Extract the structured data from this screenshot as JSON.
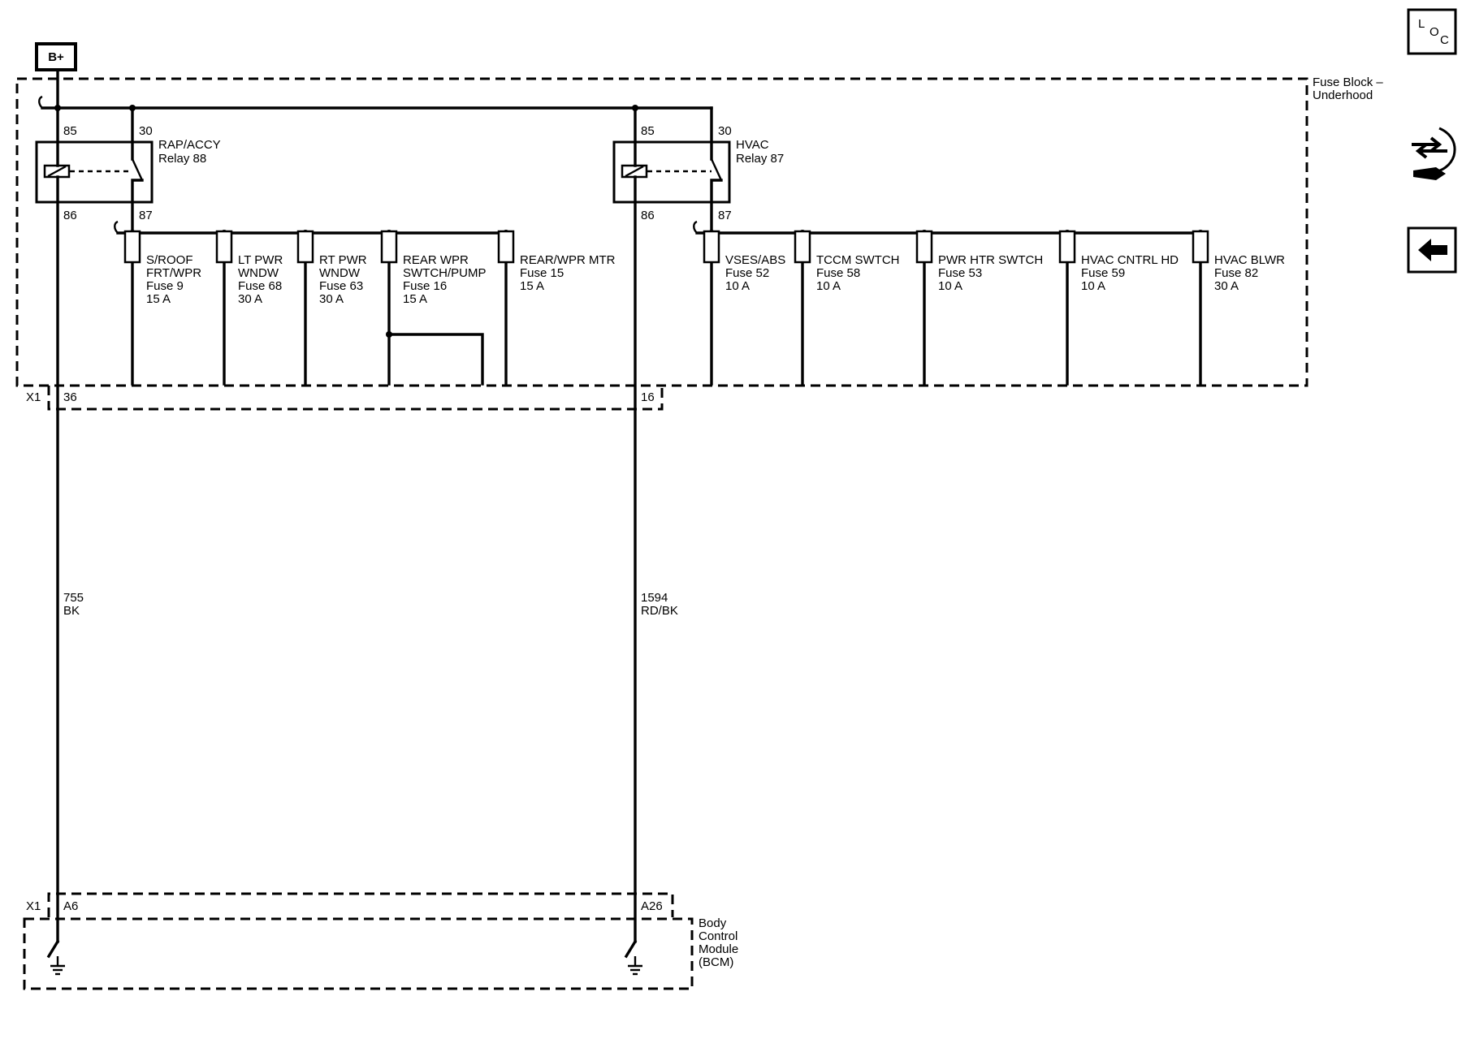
{
  "power_source": "B+",
  "fuse_block": {
    "title_line1": "Fuse Block –",
    "title_line2": "Underhood"
  },
  "relays": [
    {
      "pins": {
        "p85": "85",
        "p30": "30",
        "p86": "86",
        "p87": "87"
      },
      "name": "RAP/ACCY",
      "sub": "Relay 88"
    },
    {
      "pins": {
        "p85": "85",
        "p30": "30",
        "p86": "86",
        "p87": "87"
      },
      "name": "HVAC",
      "sub": "Relay 87"
    }
  ],
  "fuses": [
    {
      "lines": [
        "S/ROOF",
        "FRT/WPR",
        "Fuse 9",
        "15 A"
      ]
    },
    {
      "lines": [
        "LT PWR",
        "WNDW",
        "Fuse 68",
        "30 A"
      ]
    },
    {
      "lines": [
        "RT PWR",
        "WNDW",
        "Fuse 63",
        "30 A"
      ]
    },
    {
      "lines": [
        "REAR WPR",
        "SWTCH/PUMP",
        "Fuse 16",
        "15 A"
      ]
    },
    {
      "lines": [
        "REAR/WPR MTR",
        "Fuse 15",
        "15 A"
      ]
    },
    {
      "lines": [
        "VSES/ABS",
        "Fuse 52",
        "10 A"
      ]
    },
    {
      "lines": [
        "TCCM SWTCH",
        "Fuse 58",
        "10 A"
      ]
    },
    {
      "lines": [
        "PWR HTR SWTCH",
        "Fuse 53",
        "10 A"
      ]
    },
    {
      "lines": [
        "HVAC CNTRL HD",
        "Fuse 59",
        "10 A"
      ]
    },
    {
      "lines": [
        "HVAC BLWR",
        "Fuse 82",
        "30 A"
      ]
    }
  ],
  "connectors": {
    "x1_upper": "X1",
    "x1_upper_pin_a": "36",
    "x1_upper_pin_b": "16",
    "x1_lower": "X1",
    "x1_lower_pin_a": "A6",
    "x1_lower_pin_b": "A26"
  },
  "wires": [
    {
      "circuit": "755",
      "color": "BK"
    },
    {
      "circuit": "1594",
      "color": "RD/BK"
    }
  ],
  "bcm": {
    "lines": [
      "Body",
      "Control",
      "Module",
      "(BCM)"
    ]
  },
  "nav": {
    "loc_icon": "loc-icon",
    "connector_icon": "connector-wrench-icon",
    "back_icon": "back-arrow-icon"
  }
}
